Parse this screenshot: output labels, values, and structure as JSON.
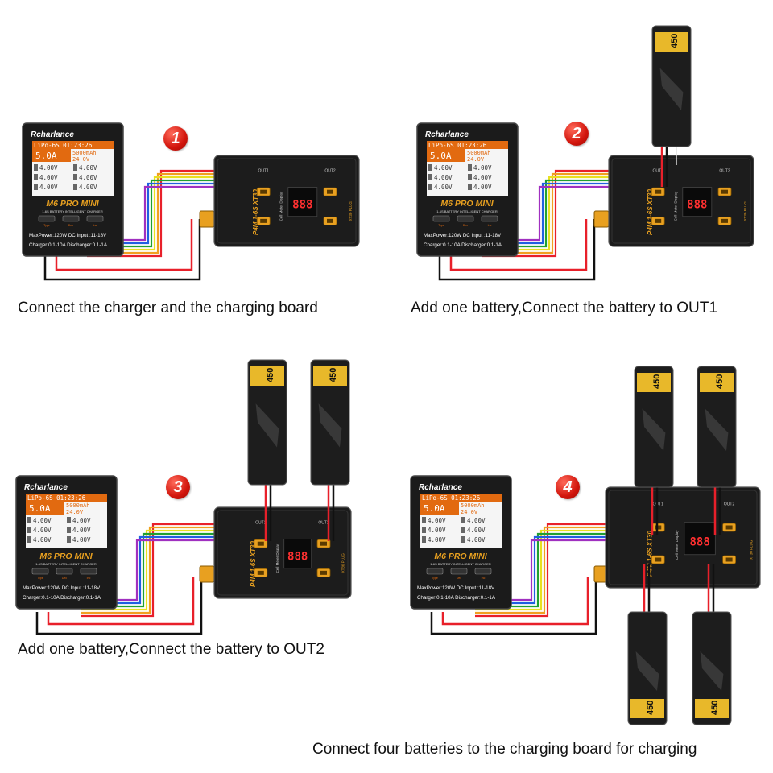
{
  "steps": [
    {
      "number": "1",
      "caption": "Connect the charger and the charging board"
    },
    {
      "number": "2",
      "caption": "Add one battery,Connect the battery to OUT1"
    },
    {
      "number": "3",
      "caption": "Add one battery,Connect the battery to OUT2"
    },
    {
      "number": "4",
      "caption": "Connect four batteries to the charging board for charging"
    }
  ],
  "charger": {
    "brand": "Rcharlance",
    "screen_line1": "LiPo-6S 01:23:26",
    "current": "5.0A",
    "capacity": "5000mAh",
    "voltage": "24.0V",
    "cells": [
      "4.00V",
      "4.00V",
      "4.00V",
      "4.00V",
      "4.00V",
      "4.00V"
    ],
    "model": "M6 PRO MINI",
    "subtitle": "1-6S BATTERY INTELLIGENT CHARGER",
    "buttons": [
      "Type",
      "Dec",
      "Inc"
    ],
    "spec_line1": "MaxPower:120W  DC Input :11-18V",
    "spec_line2": "Charger:0.1-10A  Discharger:0.1-1A"
  },
  "board": {
    "model": "P4M 1-6S XT30",
    "out1": "OUT1",
    "out2": "OUT2",
    "display_label": "Cell Meter Display",
    "plug_label": "XT30 PLUG",
    "digits": "888"
  },
  "battery": {
    "capacity": "450"
  },
  "colors": {
    "badge": "#d2150c",
    "wire_red": "#e8202a",
    "wire_black": "#111111",
    "board": "#1a1a1a",
    "battery": "#e8b82a"
  }
}
